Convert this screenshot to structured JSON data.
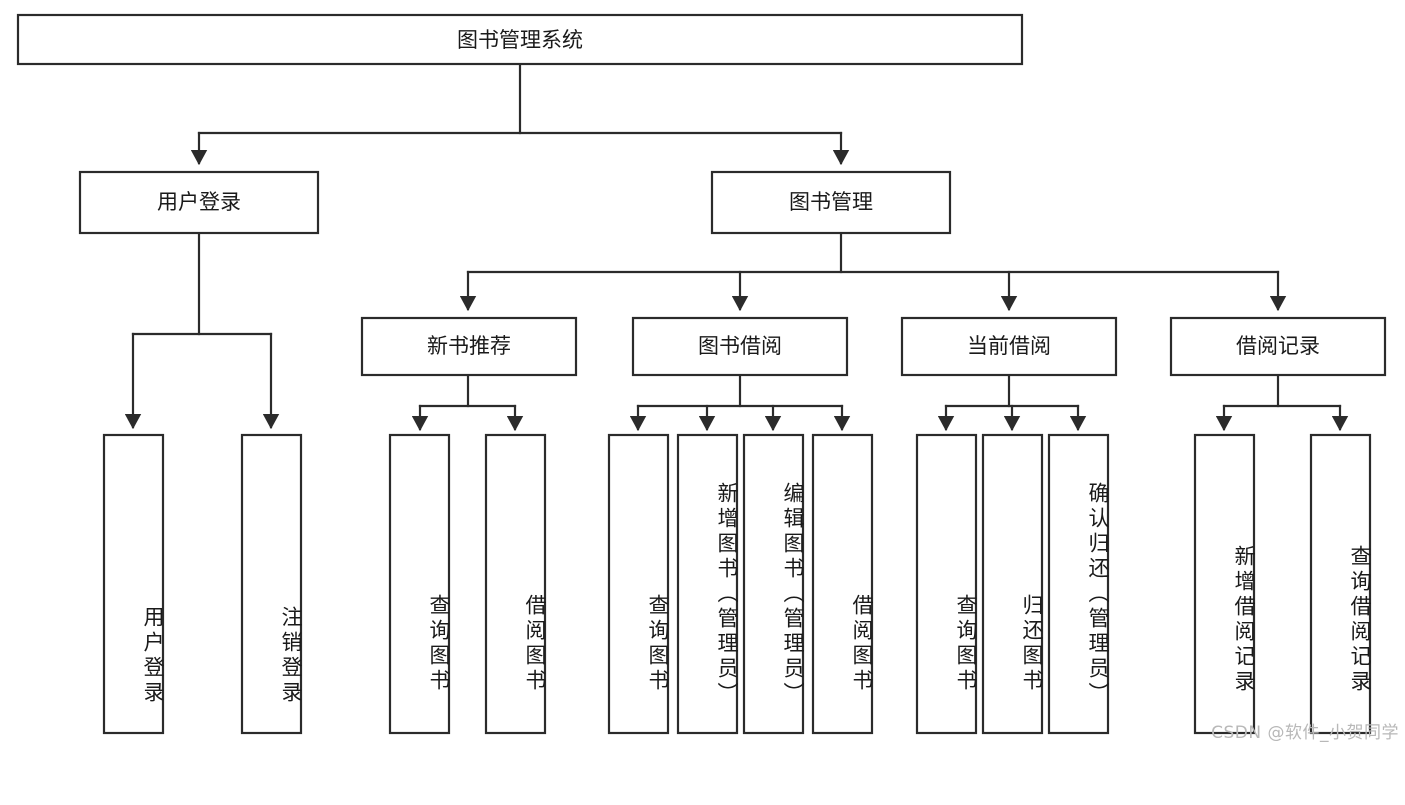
{
  "diagram": {
    "title": "图书管理系统",
    "root": {
      "label": "图书管理系统"
    },
    "level1": [
      {
        "label": "用户登录"
      },
      {
        "label": "图书管理"
      }
    ],
    "level2": [
      {
        "label": "新书推荐"
      },
      {
        "label": "图书借阅"
      },
      {
        "label": "当前借阅"
      },
      {
        "label": "借阅记录"
      }
    ],
    "leaves": {
      "user_login": [
        {
          "label": "用户登录"
        },
        {
          "label": "注销登录"
        }
      ],
      "new_book_recommend": [
        {
          "label": "查询图书"
        },
        {
          "label": "借阅图书"
        }
      ],
      "book_borrow": [
        {
          "label": "查询图书"
        },
        {
          "label": "新增图书（管理员）"
        },
        {
          "label": "编辑图书（管理员）"
        },
        {
          "label": "借阅图书"
        }
      ],
      "current_borrow": [
        {
          "label": "查询图书"
        },
        {
          "label": "归还图书"
        },
        {
          "label": "确认归还（管理员）"
        }
      ],
      "borrow_record": [
        {
          "label": "新增借阅记录"
        },
        {
          "label": "查询借阅记录"
        }
      ]
    }
  },
  "watermark": {
    "text": "CSDN @软件_小贺同学"
  },
  "colors": {
    "stroke": "#2b2b2b",
    "fill": "#ffffff",
    "text": "#1a1a1a",
    "watermark": "#b8b8b8"
  }
}
